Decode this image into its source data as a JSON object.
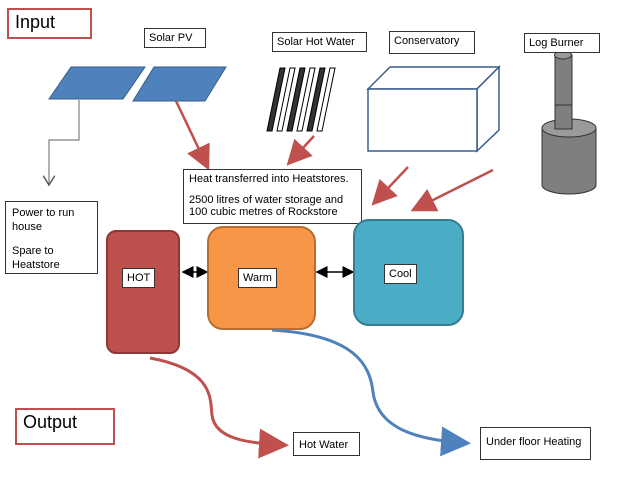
{
  "headers": {
    "input": "Input",
    "output": "Output"
  },
  "sources": {
    "solar_pv": "Solar PV",
    "solar_hot_water": "Solar Hot Water",
    "conservatory": "Conservatory",
    "log_burner": "Log Burner"
  },
  "power_note": {
    "line1": "Power to run house",
    "line2": "Spare to Heatstore"
  },
  "heat_note": {
    "line1": "Heat transferred into Heatstores.",
    "line2": "2500 litres of water storage and 100 cubic metres of Rockstore"
  },
  "stores": {
    "hot": "HOT",
    "warm": "Warm",
    "cool": "Cool"
  },
  "outputs": {
    "hot_water": "Hot Water",
    "underfloor": "Under floor Heating"
  },
  "colors": {
    "hot": "#c0504d",
    "warm": "#f79646",
    "cool": "#4bacc6",
    "panel": "#4f81bd",
    "accent_red": "#c0504d",
    "accent_blue": "#4f81bd",
    "burner": "#7f7f7f"
  }
}
